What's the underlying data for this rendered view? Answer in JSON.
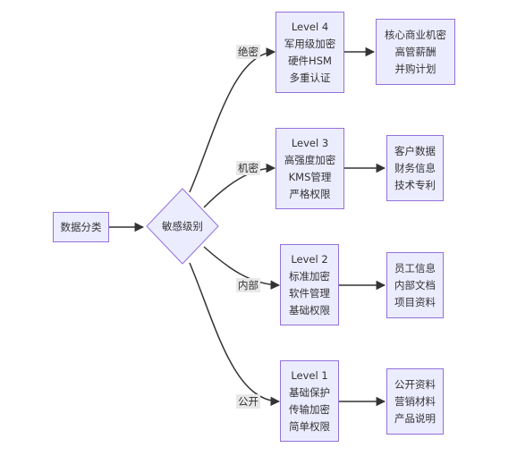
{
  "nodes": {
    "root": "数据分类",
    "decision": "敏感级别",
    "level4": [
      "Level 4",
      "军用级加密",
      "硬件HSM",
      "多重认证"
    ],
    "level3": [
      "Level 3",
      "高强度加密",
      "KMS管理",
      "严格权限"
    ],
    "level2": [
      "Level 2",
      "标准加密",
      "软件管理",
      "基础权限"
    ],
    "level1": [
      "Level 1",
      "基础保护",
      "传输加密",
      "简单权限"
    ],
    "data4": [
      "核心商业机密",
      "高管薪酬",
      "并购计划"
    ],
    "data3": [
      "客户数据",
      "财务信息",
      "技术专利"
    ],
    "data2": [
      "员工信息",
      "内部文档",
      "项目资料"
    ],
    "data1": [
      "公开资料",
      "营销材料",
      "产品说明"
    ]
  },
  "edge_labels": {
    "top_secret": "绝密",
    "confidential": "机密",
    "internal": "内部",
    "public": "公开"
  },
  "colors": {
    "node_fill": "#ECECFF",
    "node_border": "#9370DB",
    "edge": "#333333",
    "label_bg": "#e8e8e8"
  }
}
